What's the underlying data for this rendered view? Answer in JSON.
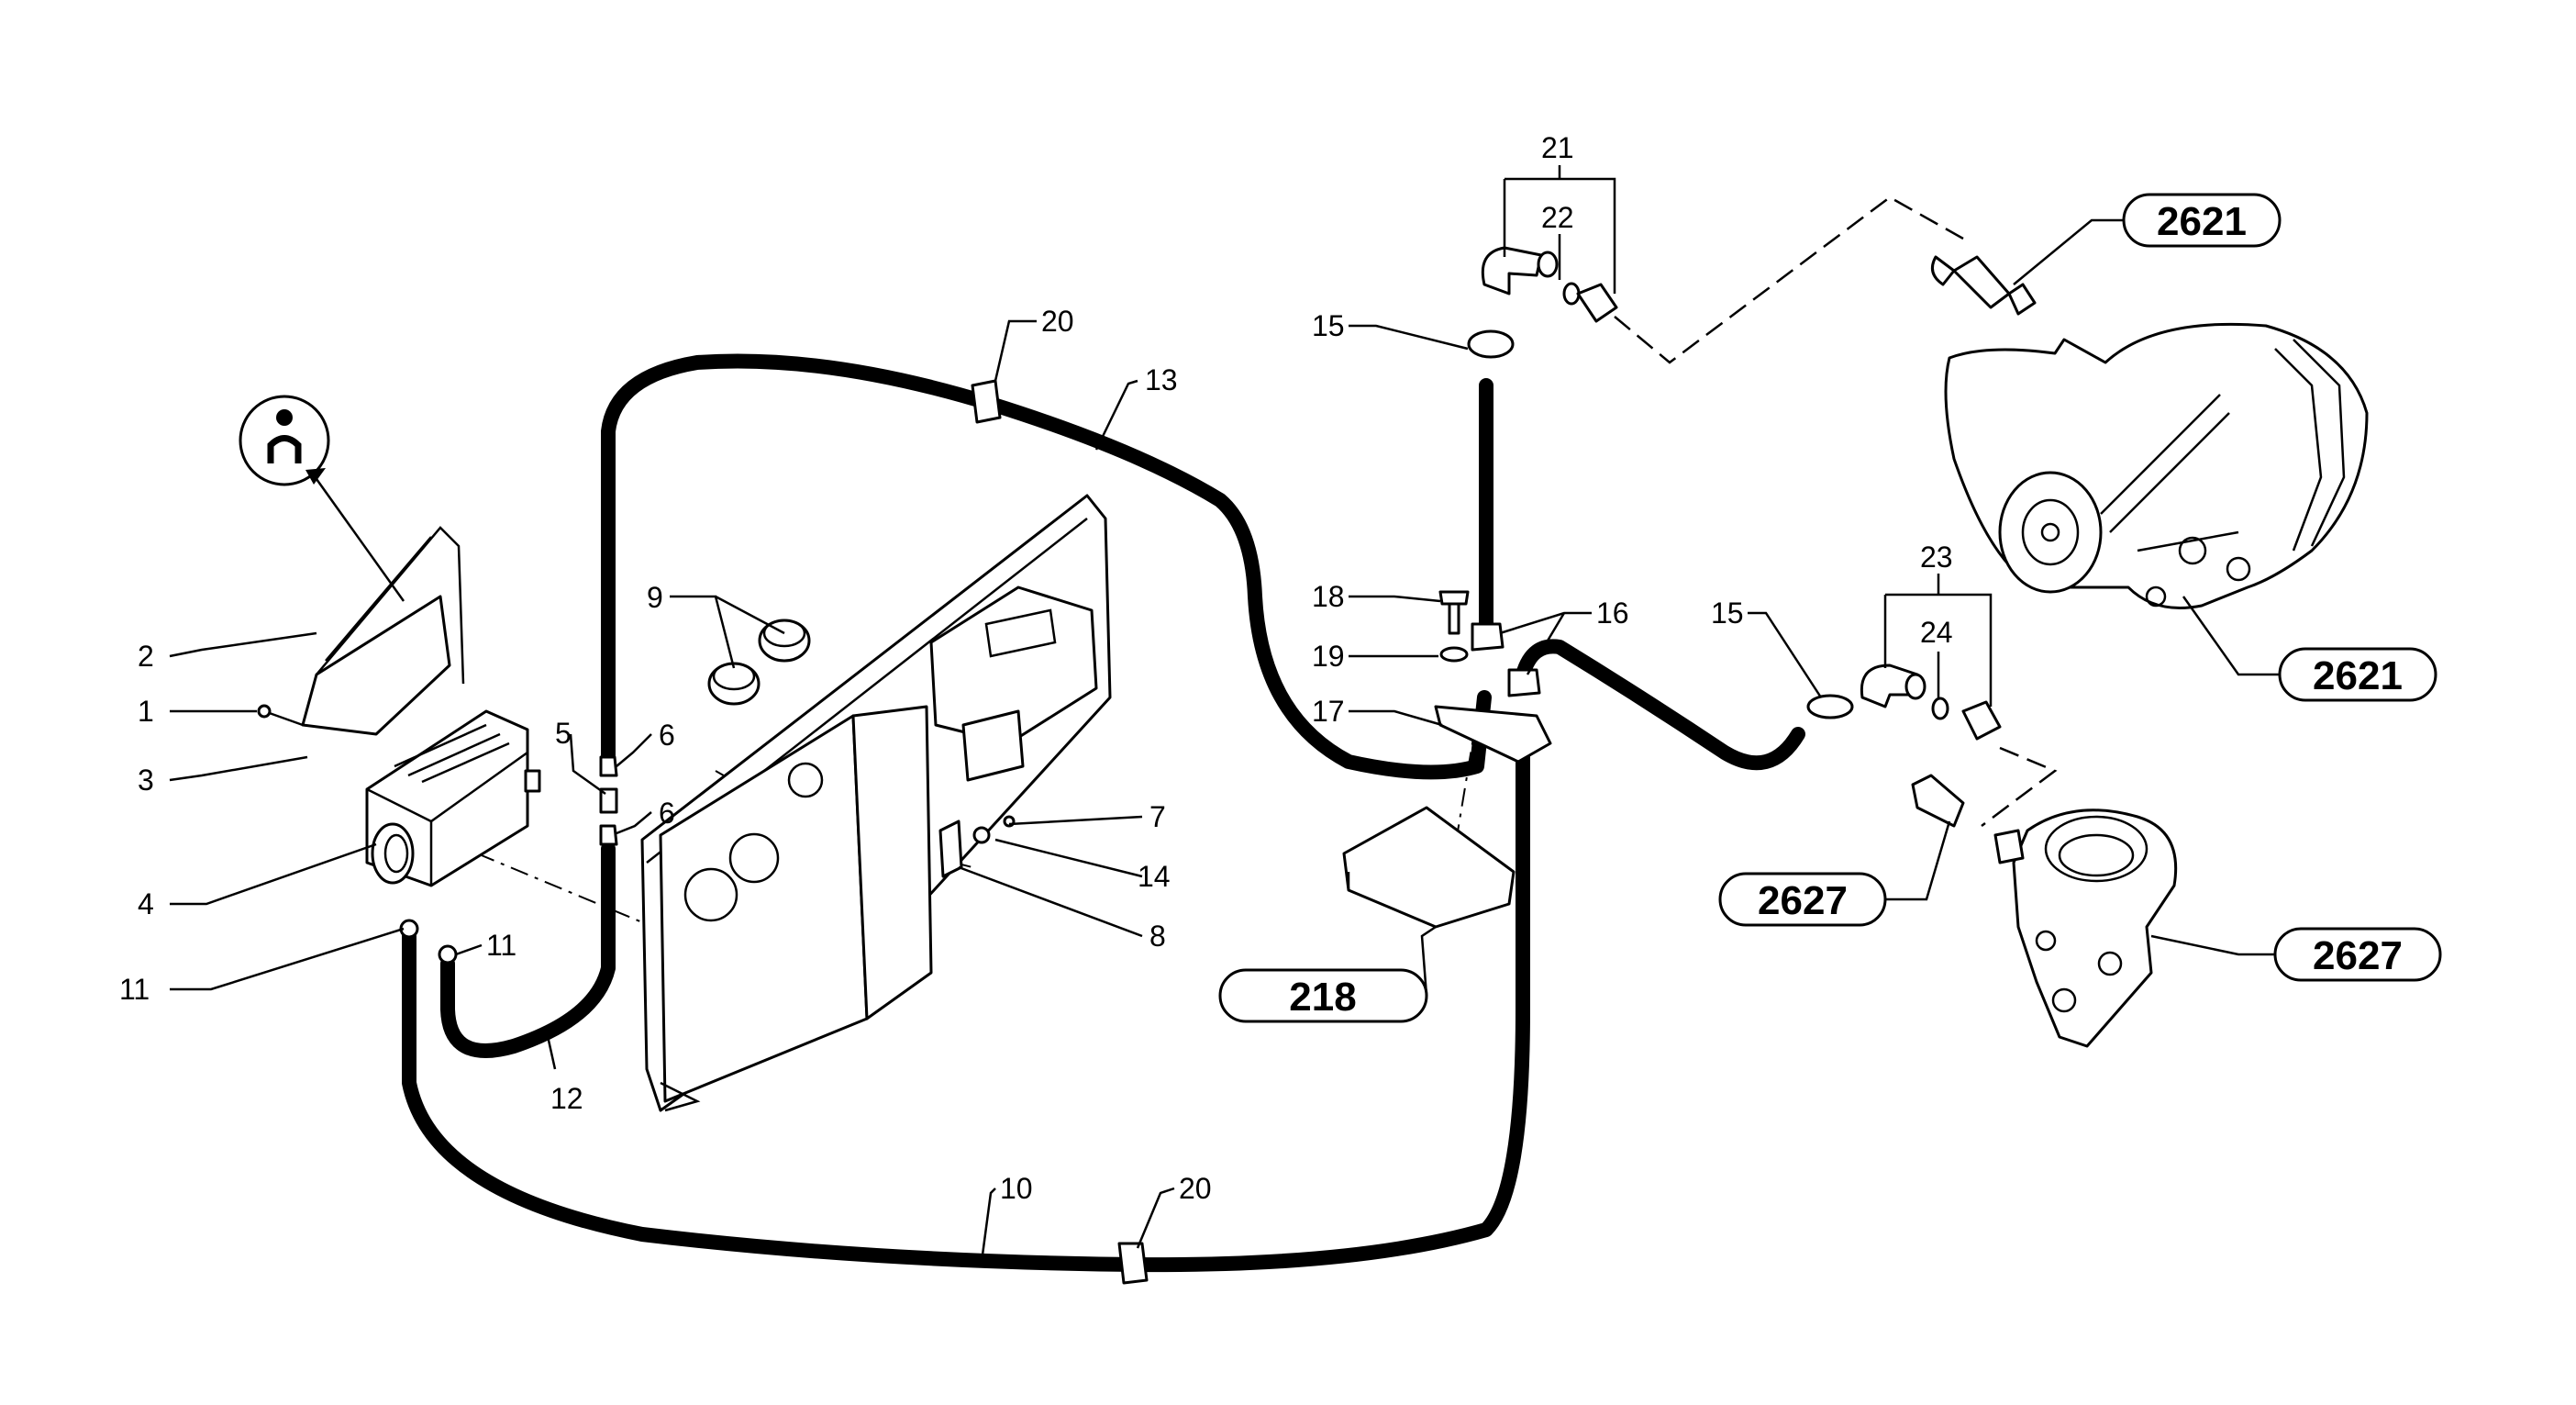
{
  "callouts": {
    "c1": "1",
    "c2": "2",
    "c3": "3",
    "c4": "4",
    "c5": "5",
    "c6a": "6",
    "c6b": "6",
    "c7": "7",
    "c8": "8",
    "c9": "9",
    "c10": "10",
    "c11a": "11",
    "c11b": "11",
    "c12": "12",
    "c13": "13",
    "c14": "14",
    "c15a": "15",
    "c15b": "15",
    "c16": "16",
    "c17": "17",
    "c18": "18",
    "c19": "19",
    "c20a": "20",
    "c20b": "20",
    "c21": "21",
    "c22": "22",
    "c23": "23",
    "c24": "24"
  },
  "refs": {
    "r2621a": "2621",
    "r2621b": "2621",
    "r2627a": "2627",
    "r2627b": "2627",
    "r218": "218"
  },
  "icons": {
    "info_symbol": "service-info-icon"
  }
}
